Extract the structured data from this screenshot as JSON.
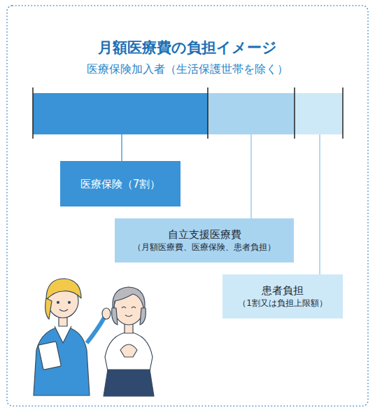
{
  "diagram": {
    "title": "月額医療費の負担イメージ",
    "nodes": [
      {
        "text": [
          "医療保険（7割）"
        ]
      },
      {
        "text": [
          "自立支援医療費",
          "（月額医療費、医療保険、患者負担）"
        ]
      },
      {
        "text": [
          "患者負担",
          "（1割又は負担上限額）"
        ]
      }
    ],
    "labels": [
      "医療保険加入者（生活保護世帯を除く）"
    ]
  }
}
